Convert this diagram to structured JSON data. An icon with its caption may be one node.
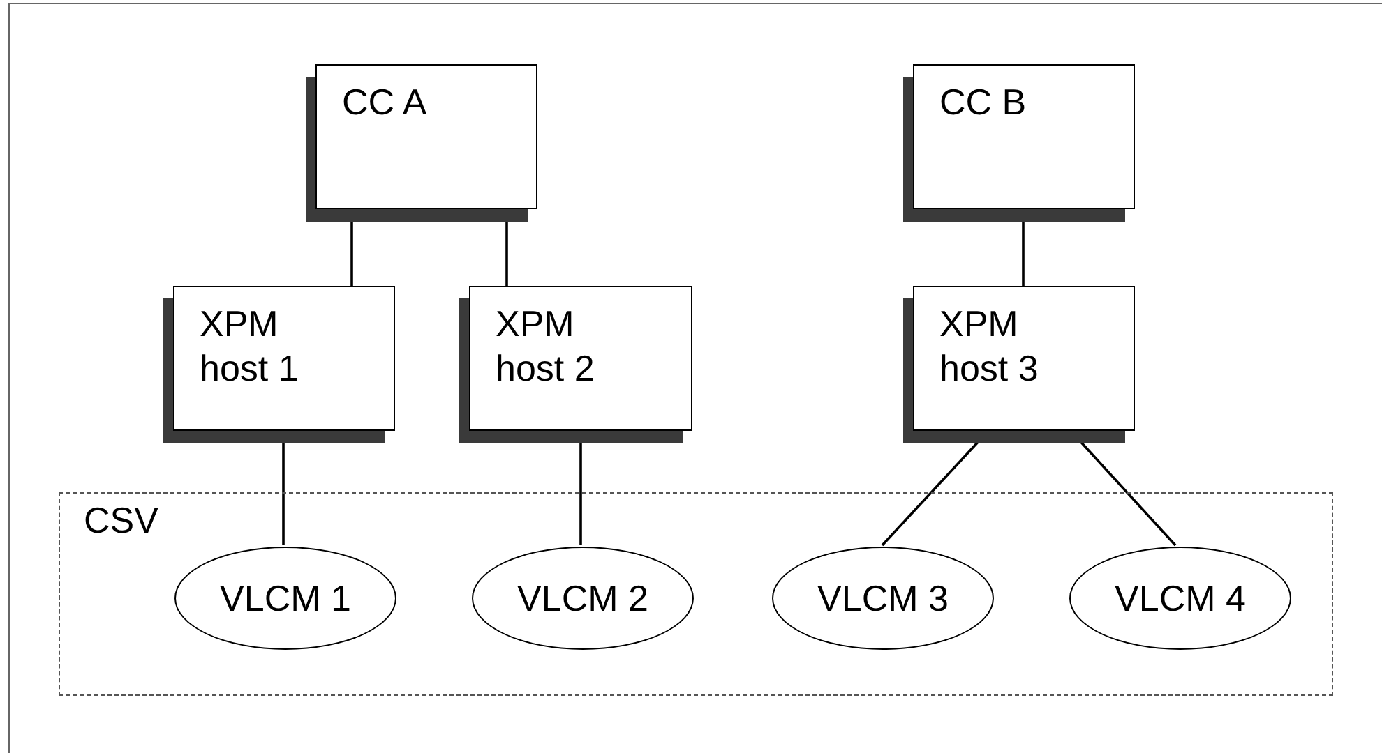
{
  "diagram": {
    "nodes": [
      {
        "text": [
          "CC A"
        ]
      },
      {
        "text": [
          "CC B"
        ]
      },
      {
        "text": [
          "XPM host 1"
        ]
      },
      {
        "text": [
          "XPM host 2"
        ]
      },
      {
        "text": [
          "XPM host 3"
        ]
      },
      {
        "text": [
          "CSV"
        ]
      },
      {
        "text": [
          "VLCM 1"
        ],
        "in": 5
      },
      {
        "text": [
          "VLCM 2"
        ],
        "in": 5
      },
      {
        "text": [
          "VLCM 3"
        ],
        "in": 5
      },
      {
        "text": [
          "VLCM 4"
        ],
        "in": 5
      }
    ],
    "edges": [
      {
        "from": 0,
        "to": 2,
        "arrow": "none"
      },
      {
        "from": 0,
        "to": 3,
        "arrow": "none"
      },
      {
        "from": 1,
        "to": 4,
        "arrow": "none"
      },
      {
        "from": 2,
        "to": 6,
        "arrow": "none"
      },
      {
        "from": 3,
        "to": 7,
        "arrow": "none"
      },
      {
        "from": 4,
        "to": 8,
        "arrow": "none"
      },
      {
        "from": 4,
        "to": 9,
        "arrow": "none"
      }
    ]
  }
}
